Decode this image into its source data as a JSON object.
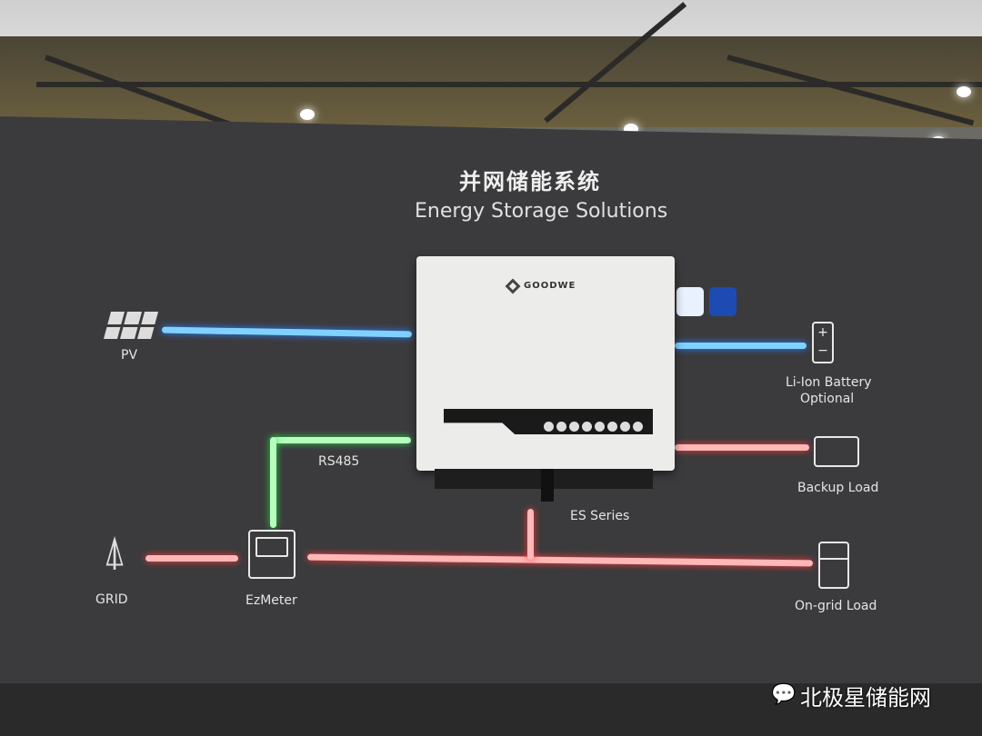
{
  "board": {
    "title_cn": "并网储能系统",
    "title_en": "Energy Storage Solutions"
  },
  "inverter": {
    "brand": "GOODWE",
    "series": "ES Series"
  },
  "nodes": {
    "pv": "PV",
    "battery_line1": "Li-Ion Battery",
    "battery_line2": "Optional",
    "backup_load": "Backup  Load",
    "grid": "GRID",
    "ezmeter": "EzMeter",
    "rs485": "RS485",
    "ongrid_load": "On-grid Load"
  },
  "watermark": "北极星储能网",
  "colors": {
    "board": "#3b3b3d",
    "pv_line": "#7fd2ff",
    "ac_line": "#ffb7b7",
    "comm_line": "#b7ffbf"
  }
}
